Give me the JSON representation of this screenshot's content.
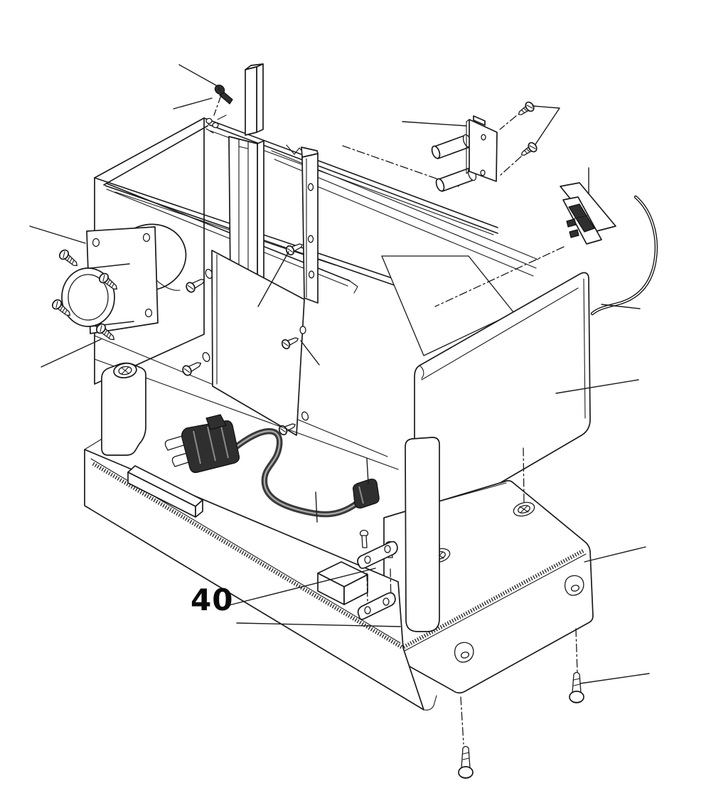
{
  "page": {
    "background": "#ffffff",
    "ink_color": "#1a1a1a",
    "cord_color": "#3a3a3a"
  },
  "diagram": {
    "type": "exploded-parts-diagram",
    "callouts": [
      {
        "id": "40",
        "text": "40"
      }
    ],
    "parts": [
      "chassis-box",
      "motor-mount-flange",
      "bearing-cylinder",
      "motor-housing",
      "flange-screws",
      "vertical-column",
      "guide-channel",
      "hole-plate",
      "partition-panel",
      "panel-screws",
      "pcb-bracket-plate",
      "standoff-spacers",
      "bracket-screws",
      "rocker-switch",
      "lead-wire",
      "end-cover",
      "upper-base",
      "foot-pillar",
      "base-rib",
      "switch-block",
      "power-cord",
      "power-plug",
      "strain-relief-bushing",
      "cord-clamp-strap",
      "cord-clamp",
      "lower-base",
      "countersunk-holes",
      "mounting-screws"
    ]
  }
}
